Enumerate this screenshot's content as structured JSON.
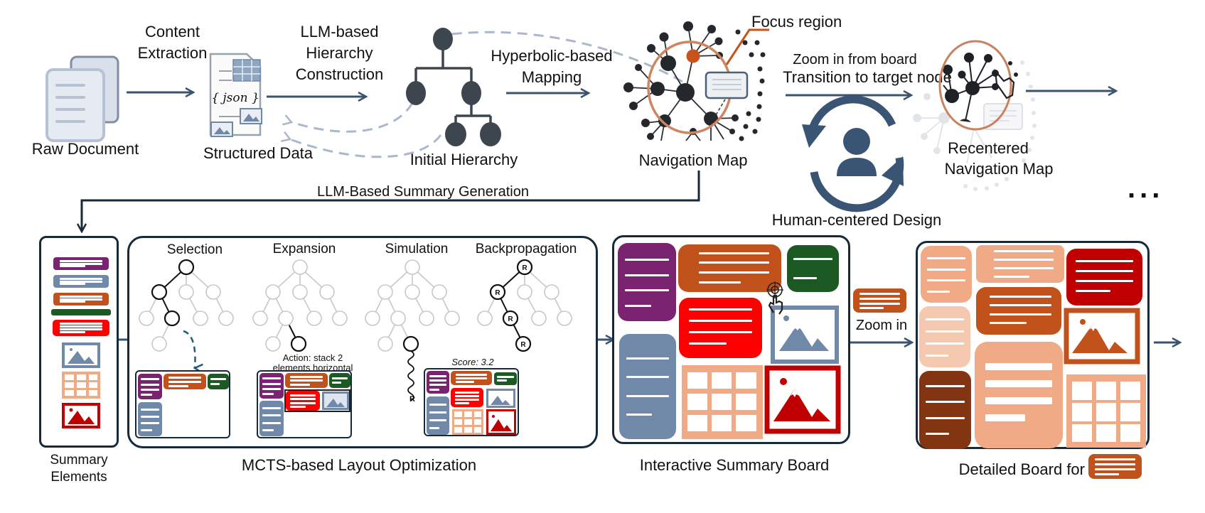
{
  "colors": {
    "arrow": "#3b536e",
    "dark": "#172a3a",
    "focus_orange": "#c6531c",
    "focus_ring": "#cf8560",
    "purple": "#7a2370",
    "slate": "#7189a8",
    "orange": "#c1521b",
    "green": "#1b5a22",
    "red": "#ff0000",
    "peach": "#f0ab86",
    "light_peach": "#f5c9b0",
    "crimson": "#c00000",
    "brown": "#833512",
    "dashed_light": "#a9b8cc"
  },
  "pipeline": {
    "raw_document": {
      "label": "Raw Document",
      "icon": "documents-icon"
    },
    "content_extraction": {
      "label_line1": "Content",
      "label_line2": "Extraction"
    },
    "structured_data": {
      "label": "Structured Data",
      "json_text": "{ json }",
      "icon": "structured-file-icon"
    },
    "hierarchy_construction": {
      "label_line1": "LLM-based",
      "label_line2": "Hierarchy",
      "label_line3": "Construction"
    },
    "initial_hierarchy": {
      "label": "Initial Hierarchy",
      "icon": "hierarchy-tree-icon"
    },
    "hyperbolic_mapping": {
      "label_line1": "Hyperbolic-based",
      "label_line2": "Mapping"
    },
    "navigation_map": {
      "label": "Navigation Map",
      "focus_label": "Focus region"
    },
    "transition": {
      "label_line1": "Zoom in from board",
      "label_line2": "Transition to target node"
    },
    "recentered_map": {
      "label_line1": "Recentered",
      "label_line2": "Navigation Map"
    },
    "human_centered": {
      "label": "Human-centered Design",
      "icon": "user-cycle-icon"
    },
    "ellipsis": "..."
  },
  "summary_generation": {
    "label": "LLM-Based Summary Generation"
  },
  "summary_elements": {
    "label_line1": "Summary",
    "label_line2": "Elements"
  },
  "mcts": {
    "title": "MCTS-based Layout Optimization",
    "stages": [
      {
        "label": "Selection"
      },
      {
        "label": "Expansion",
        "action_line1": "Action: stack 2",
        "action_line2": "elements horizontal"
      },
      {
        "label": "Simulation",
        "score": "Score: 3.2",
        "rollout_label": "R"
      },
      {
        "label": "Backpropagation",
        "node_label": "R"
      }
    ]
  },
  "interactive_board": {
    "label": "Interactive Summary Board"
  },
  "zoom_in": {
    "label": "Zoom in"
  },
  "detailed_board": {
    "label": "Detailed Board for"
  }
}
